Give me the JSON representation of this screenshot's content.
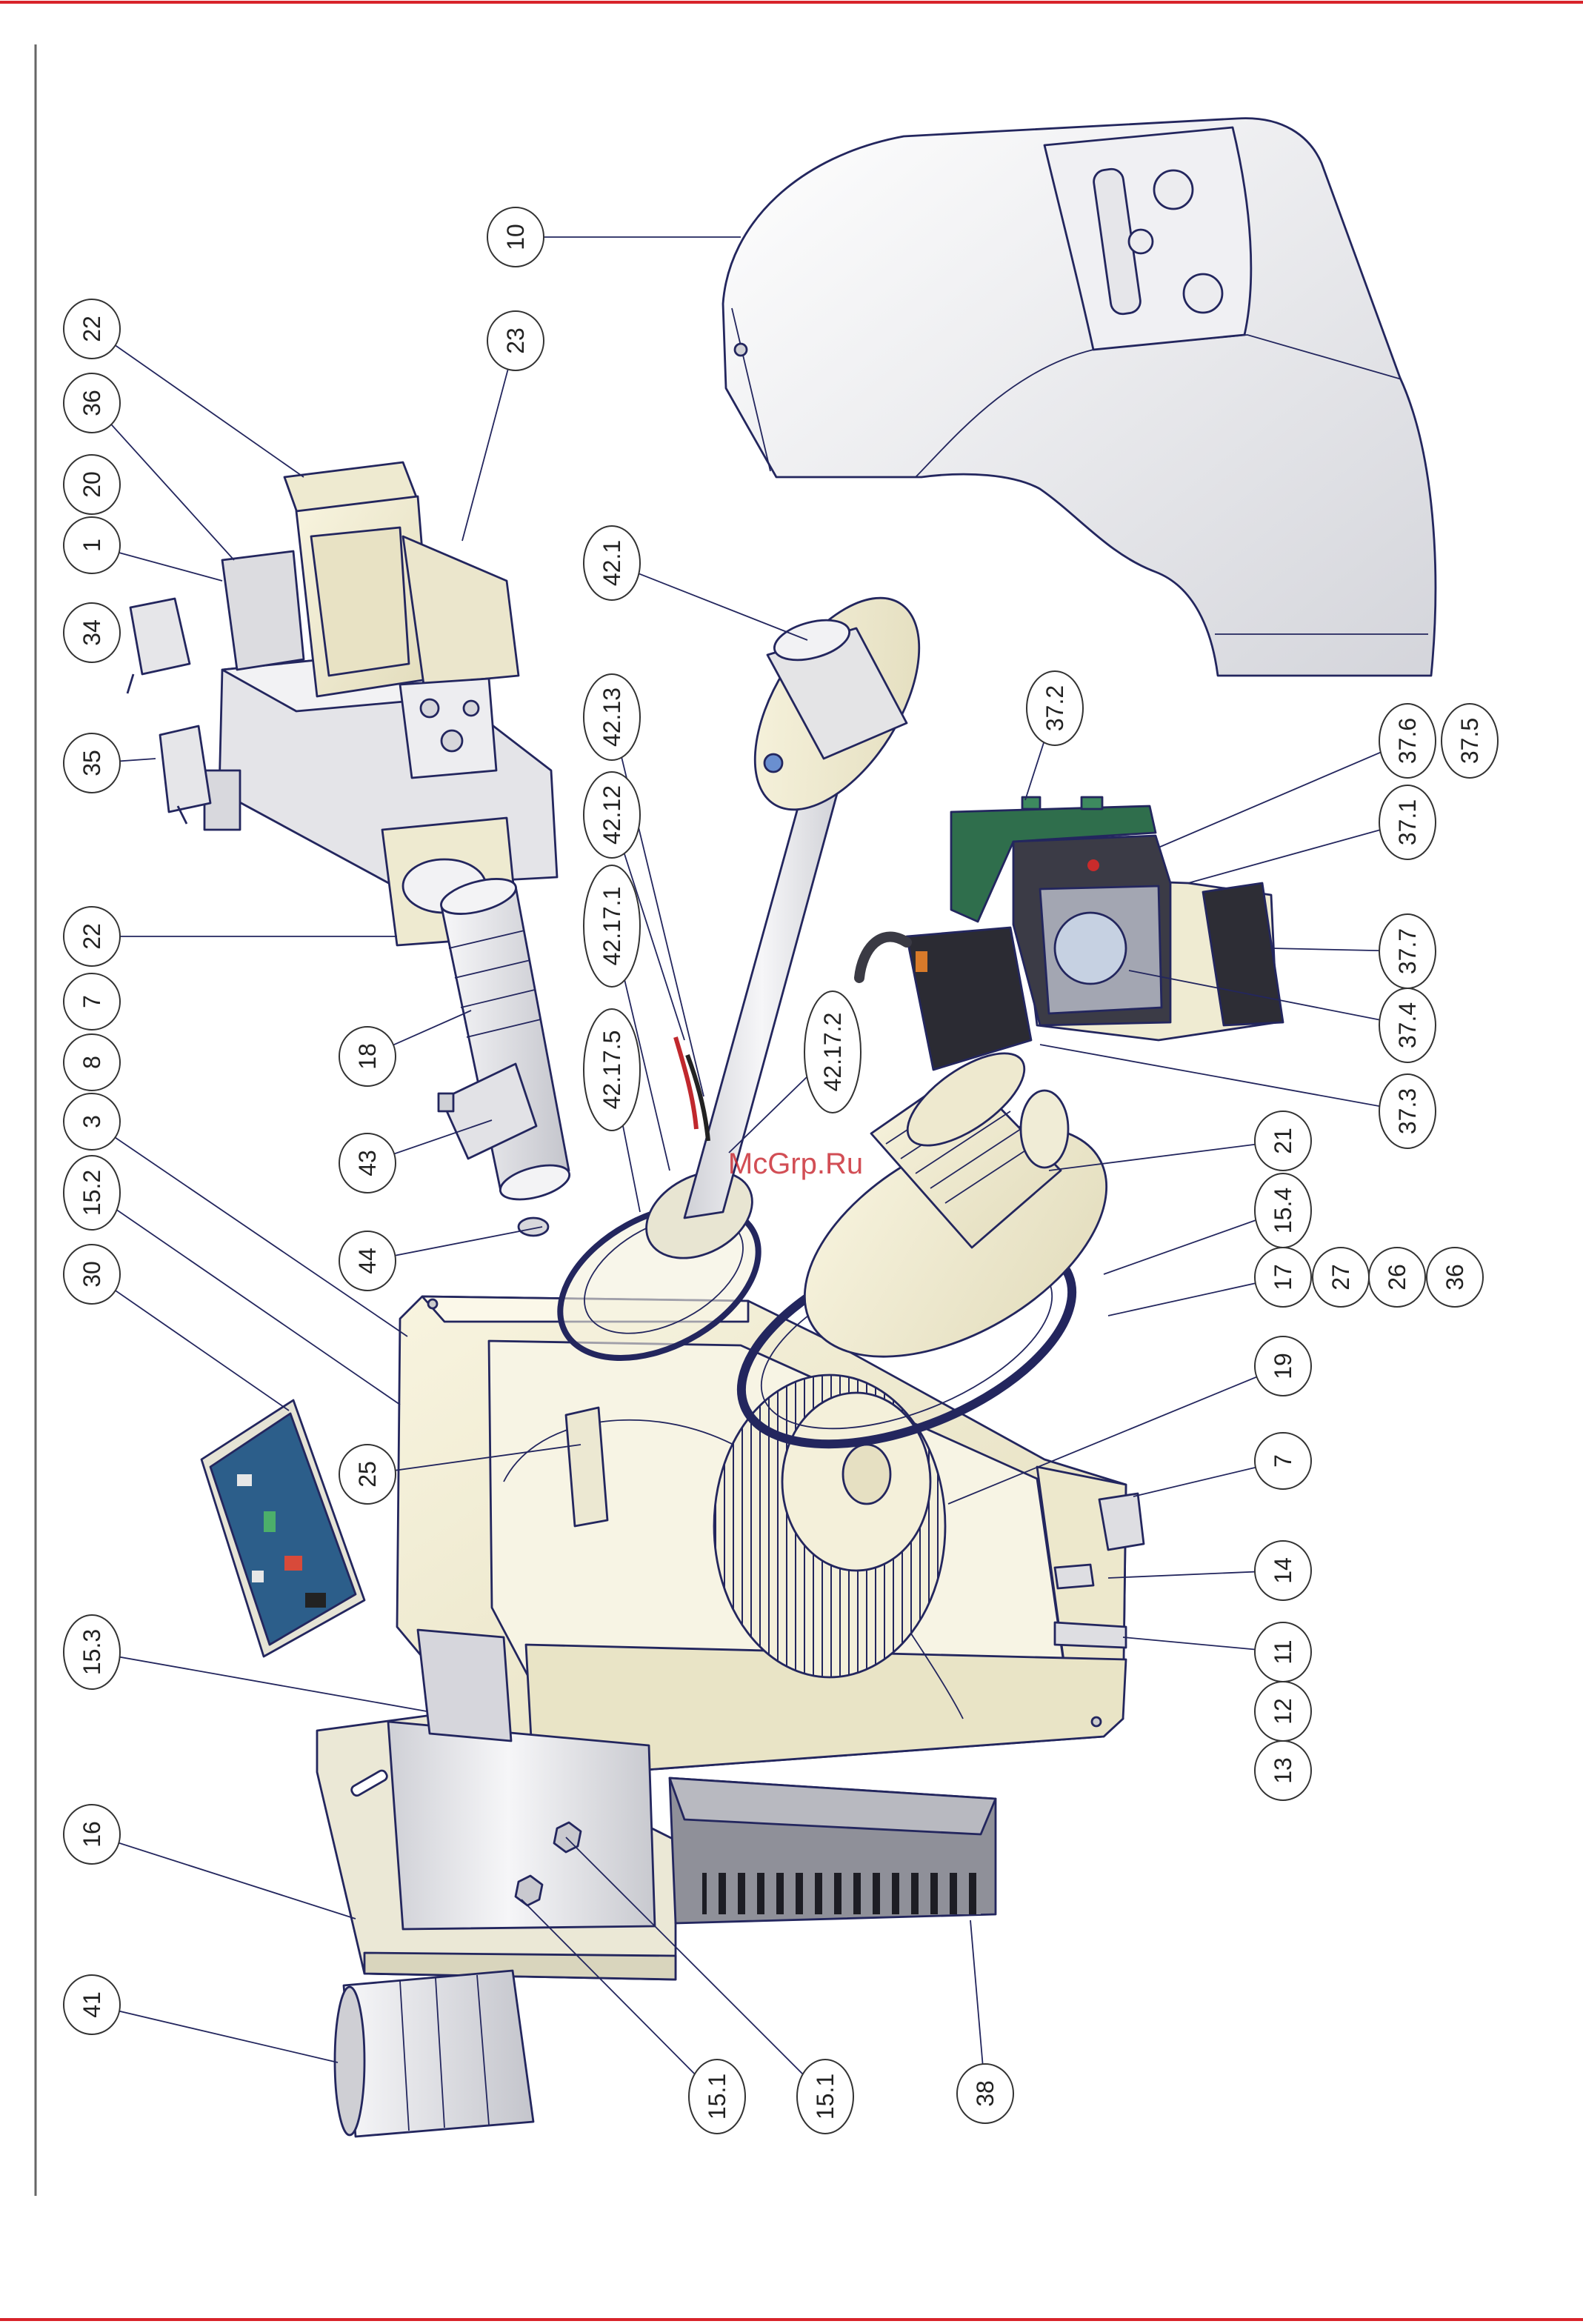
{
  "watermark": "McGrp.Ru",
  "colors": {
    "outline": "#23265e",
    "rule": "#d8232a",
    "housing": "#f1edd4",
    "metal": "#e4e4e8",
    "pcb_green": "#2f6e4c",
    "pcb_blue": "#2c5e8a"
  },
  "callouts": [
    "22",
    "36",
    "20",
    "1",
    "34",
    "35",
    "22",
    "7",
    "8",
    "3",
    "15.2",
    "30",
    "15.3",
    "16",
    "41",
    "10",
    "23",
    "42.1",
    "42.13",
    "42.12",
    "42.17.1",
    "42.17.5",
    "42.17.2",
    "18",
    "43",
    "44",
    "25",
    "37.2",
    "37.6",
    "37.5",
    "37.1",
    "37.7",
    "37.4",
    "37.3",
    "21",
    "15.4",
    "17",
    "27",
    "26",
    "36",
    "19",
    "7",
    "14",
    "11",
    "12",
    "13",
    "15.1",
    "15.1",
    "38"
  ]
}
